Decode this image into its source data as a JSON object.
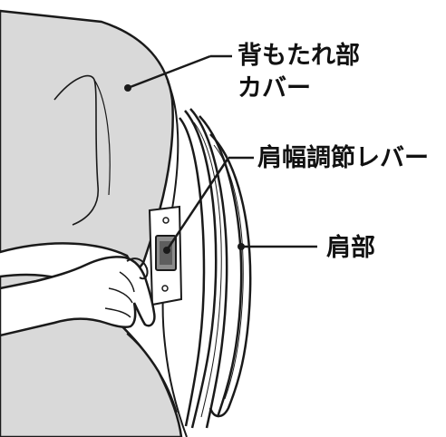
{
  "labels": {
    "backrest_cover_line1": "背もたれ部",
    "backrest_cover_line2": "カバー",
    "shoulder_width_lever": "肩幅調節レバー",
    "shoulder_part": "肩部"
  },
  "colors": {
    "fabric": "#d9d9d9",
    "outline": "#1a1a1a",
    "lever": "#8c8c8c",
    "skin": "#ffffff",
    "background": "#ffffff"
  }
}
